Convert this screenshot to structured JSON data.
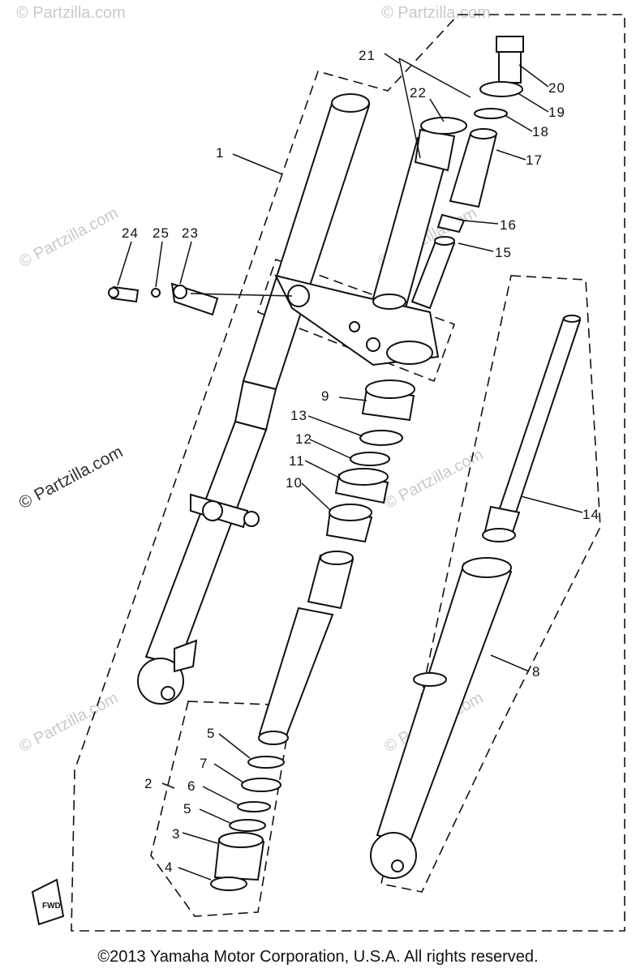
{
  "copyright": "©2013 Yamaha Motor Corporation, U.S.A. All rights reserved.",
  "watermark": {
    "text": "© Partzilla.com",
    "prominent_text": "© Partzilla.com",
    "corner_text": "© Partzilla.com"
  },
  "fwd_badge": "FWD",
  "callouts": {
    "c1": "1",
    "c2": "2",
    "c3": "3",
    "c4": "4",
    "c5a": "5",
    "c5b": "5",
    "c6": "6",
    "c7": "7",
    "c8": "8",
    "c9": "9",
    "c10": "10",
    "c11": "11",
    "c12": "12",
    "c13": "13",
    "c14": "14",
    "c15": "15",
    "c16": "16",
    "c17": "17",
    "c18": "18",
    "c19": "19",
    "c20": "20",
    "c21": "21",
    "c22": "22",
    "c23": "23",
    "c24": "24",
    "c25": "25"
  }
}
